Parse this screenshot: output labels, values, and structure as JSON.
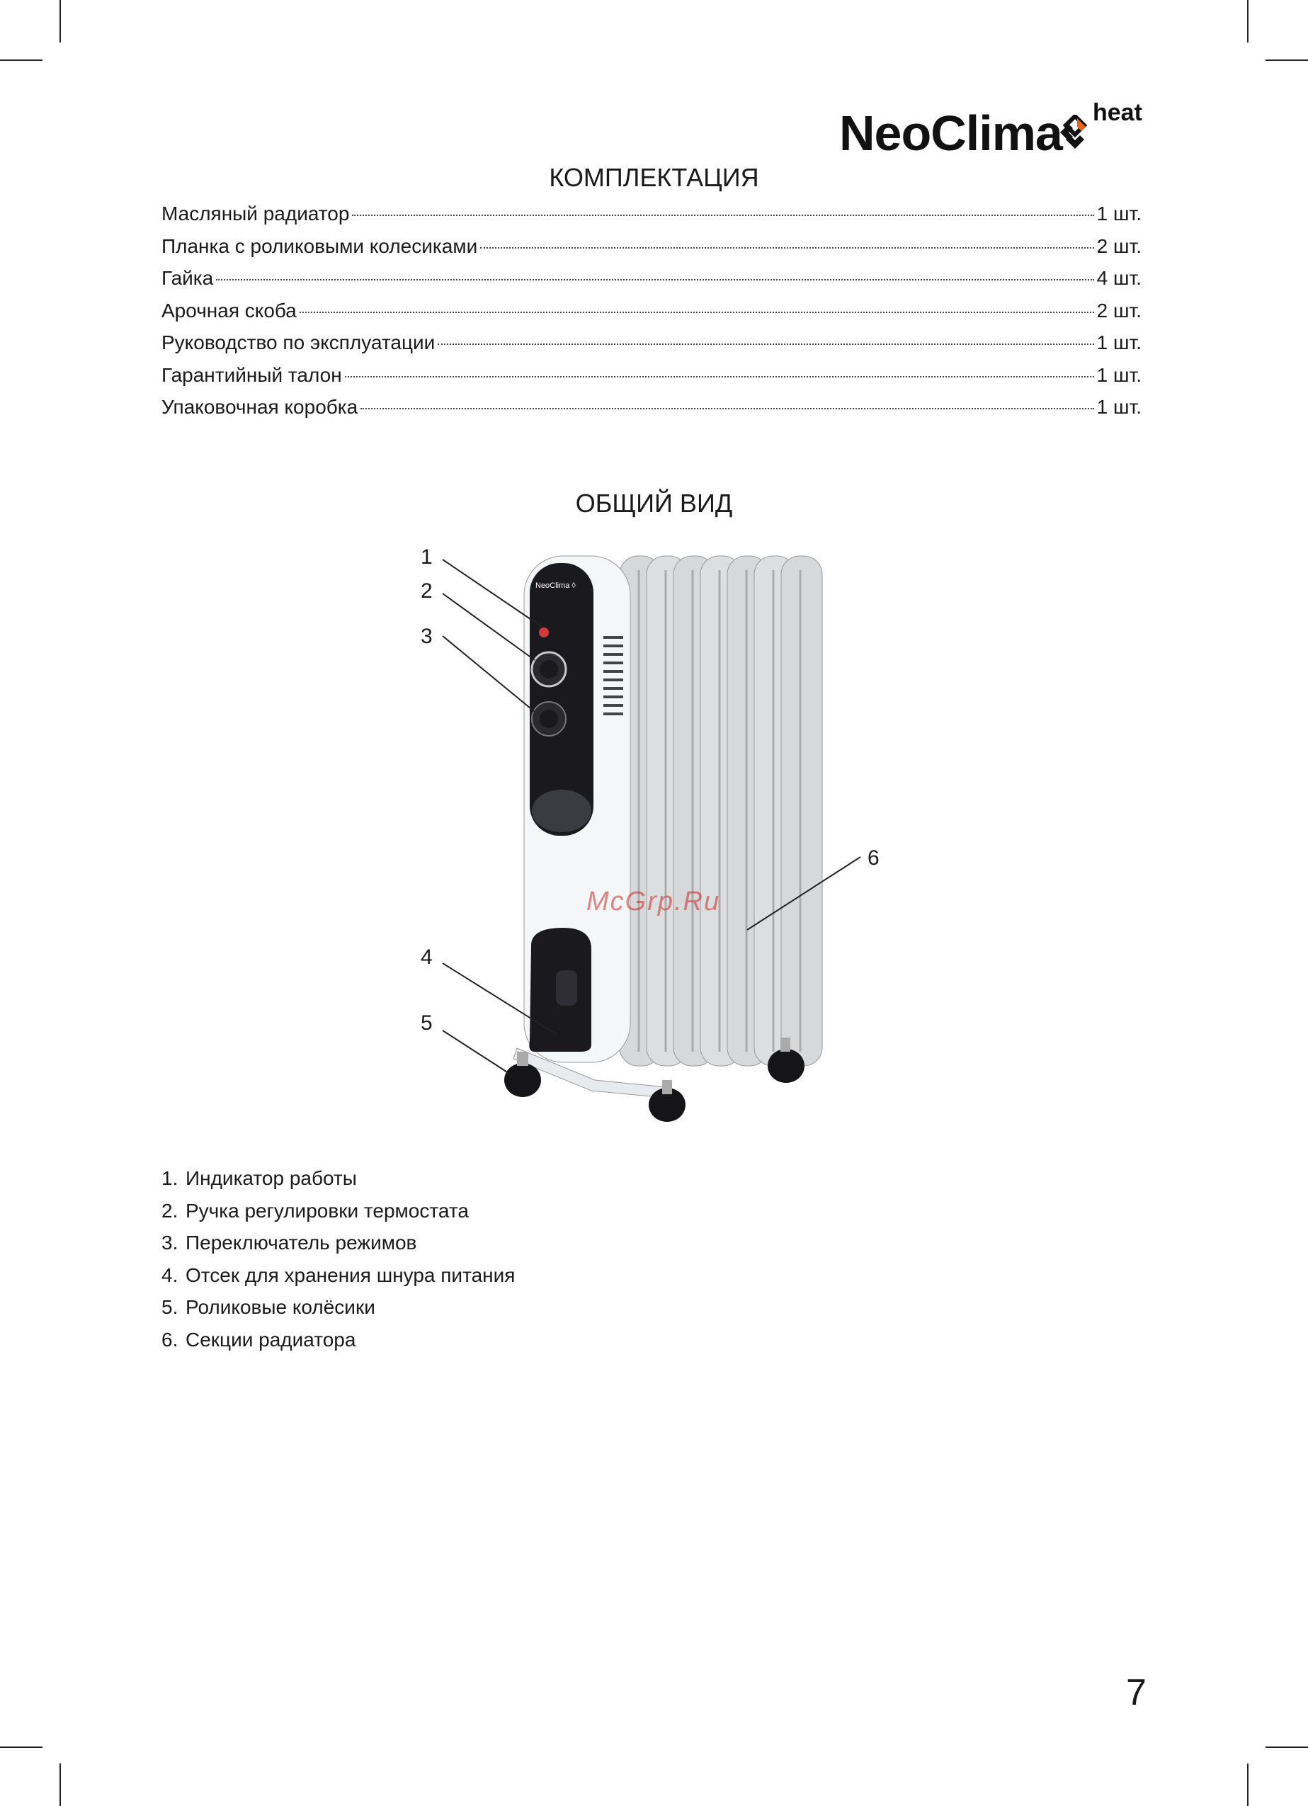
{
  "brand": {
    "name": "NeoClima",
    "sub": "heat",
    "logo_colors": [
      "#111111",
      "#e8651a"
    ]
  },
  "kit": {
    "heading": "КОМПЛЕКТАЦИЯ",
    "items": [
      {
        "name": "Масляный радиатор",
        "qty": "1 шт."
      },
      {
        "name": "Планка с роликовыми колесиками",
        "qty": "2 шт."
      },
      {
        "name": "Гайка",
        "qty": "4 шт."
      },
      {
        "name": "Арочная скоба",
        "qty": "2 шт."
      },
      {
        "name": "Руководство по эксплуатации",
        "qty": "1 шт."
      },
      {
        "name": "Гарантийный талон",
        "qty": "1 шт."
      },
      {
        "name": "Упаковочная коробка",
        "qty": "1 шт."
      }
    ]
  },
  "overview": {
    "heading": "ОБЩИЙ ВИД",
    "callouts": [
      "1",
      "2",
      "3",
      "4",
      "5",
      "6"
    ],
    "panel_brand": "NeoClima",
    "watermark": "McGrp.Ru"
  },
  "parts": [
    {
      "num": "1.",
      "label": "Индикатор работы"
    },
    {
      "num": "2.",
      "label": "Ручка регулировки термостата"
    },
    {
      "num": "3.",
      "label": "Переключатель режимов"
    },
    {
      "num": "4.",
      "label": "Отсек для хранения шнура питания"
    },
    {
      "num": "5.",
      "label": "Роликовые колёсики"
    },
    {
      "num": "6.",
      "label": "Секции радиатора"
    }
  ],
  "page_number": "7"
}
